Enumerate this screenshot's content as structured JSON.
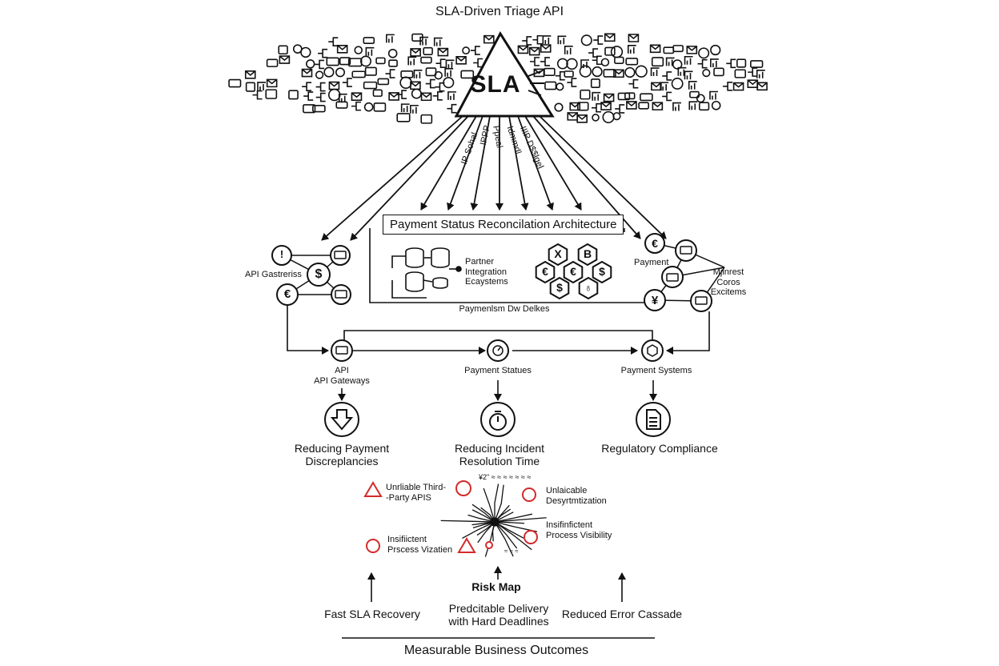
{
  "title": "SLA-Driven Triage API",
  "sla_label": "SLA",
  "ray_labels": [
    "IP Sohal",
    "IPPP",
    "Ppeal",
    "Idmmdl",
    "IIIP D$$lgel"
  ],
  "arch_title": "Payment Status Reconcilation Architecture",
  "left_cluster": {
    "label": "API Gastreriss",
    "nodes": [
      "!",
      "$",
      "€",
      "card",
      "card"
    ]
  },
  "partner_label": "Partner Integration Ecaystems",
  "hex_symbols": [
    "X",
    "B",
    "€",
    "€",
    "$",
    "$",
    "♁"
  ],
  "right_cluster": {
    "label_a": "Payment",
    "label_b": "Mjinrest Coros Excitems",
    "nodes": [
      "€",
      "card",
      "card",
      "¥",
      "card"
    ]
  },
  "bus_label": "Paymenlsm Dw Delkes",
  "flow_nodes": [
    {
      "label": "API\nAPI Gateways",
      "icon": "card-icon"
    },
    {
      "label": "Payment Statues",
      "icon": "dial-icon"
    },
    {
      "label": "Payment Systems",
      "icon": "hexagon-icon"
    }
  ],
  "outcomes_top": [
    {
      "label": "Reducing Payment\nDiscreplancies",
      "icon": "down-arrow-icon"
    },
    {
      "label": "Reducing Incident\nResolution Time",
      "icon": "stopwatch-icon"
    },
    {
      "label": "Regulatory Compliance",
      "icon": "document-icon"
    }
  ],
  "risks": {
    "top_label": "¥2\" ≈ ≈ ≈ ≈ ≈ ≈ ≈",
    "items": [
      "Unrliable Third-\n-Party APIS",
      "Unlaicable\nDesyrtmtization",
      "Insifinfictent\nProcess Visibility",
      "Insifiictent\nPrscess Vizatien"
    ],
    "bottom_label": "≈ ≈ ≈"
  },
  "risk_map_label": "Risk Map",
  "bottom_outcomes": [
    "Fast SLA Recovery",
    "Predcitable Delivery\nwith Hard Deadlines",
    "Reduced Error Cassade"
  ],
  "footer": "Measurable Business Outcomes",
  "colors": {
    "ink": "#111111",
    "risk_red": "#d42a2a"
  }
}
